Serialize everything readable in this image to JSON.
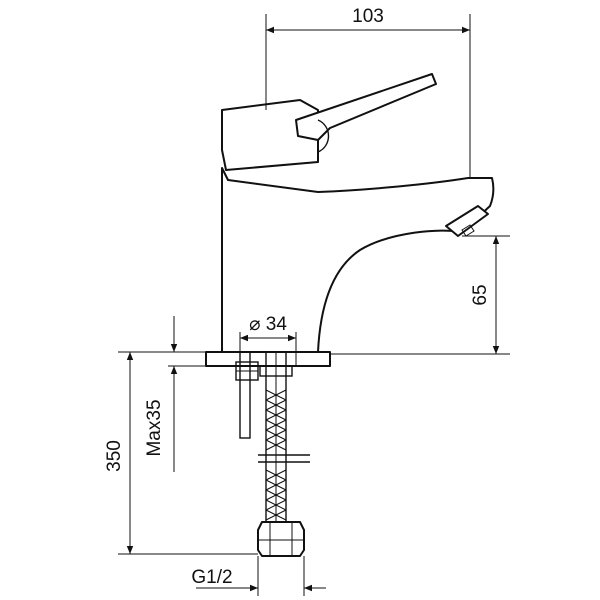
{
  "dimensions": {
    "width_top": "103",
    "spout_height": "65",
    "diameter": "⌀ 34",
    "max_thickness": "Max35",
    "hose_length": "350",
    "thread": "G1/2"
  },
  "colors": {
    "stroke": "#111111",
    "background": "#ffffff"
  }
}
